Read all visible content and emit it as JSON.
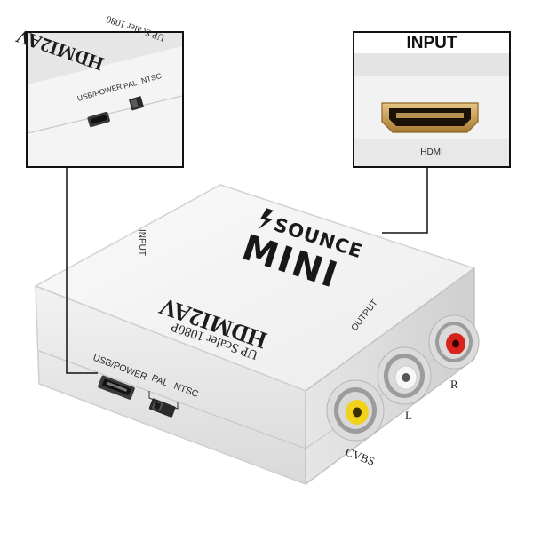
{
  "product": {
    "brand": "SOUNCE",
    "model_badge": "MINI",
    "model_name": "HDMI2AV",
    "subtitle": "UP Scaler 1080P",
    "top_left_label": "INPUT",
    "top_right_label": "OUTPUT",
    "side_port_label": "USB/POWER",
    "switch_label_pal": "PAL",
    "switch_label_ntsc": "NTSC",
    "jack_labels": {
      "video": "CVBS",
      "left": "L",
      "right": "R"
    }
  },
  "inset_left": {
    "model_name": "HDMI2AV",
    "subtitle": "UP Scaler 1080",
    "side_port_label": "USB/POWER",
    "switch_label_pal": "PAL",
    "switch_label_ntsc": "NTSC"
  },
  "inset_right": {
    "title": "INPUT",
    "port_label": "HDMI"
  },
  "colors": {
    "jack_yellow": "#f2d21a",
    "jack_white": "#f4f4f4",
    "jack_red": "#d8241c",
    "hdmi_gold": "#c8a25a",
    "body_white": "#f3f3f3"
  }
}
